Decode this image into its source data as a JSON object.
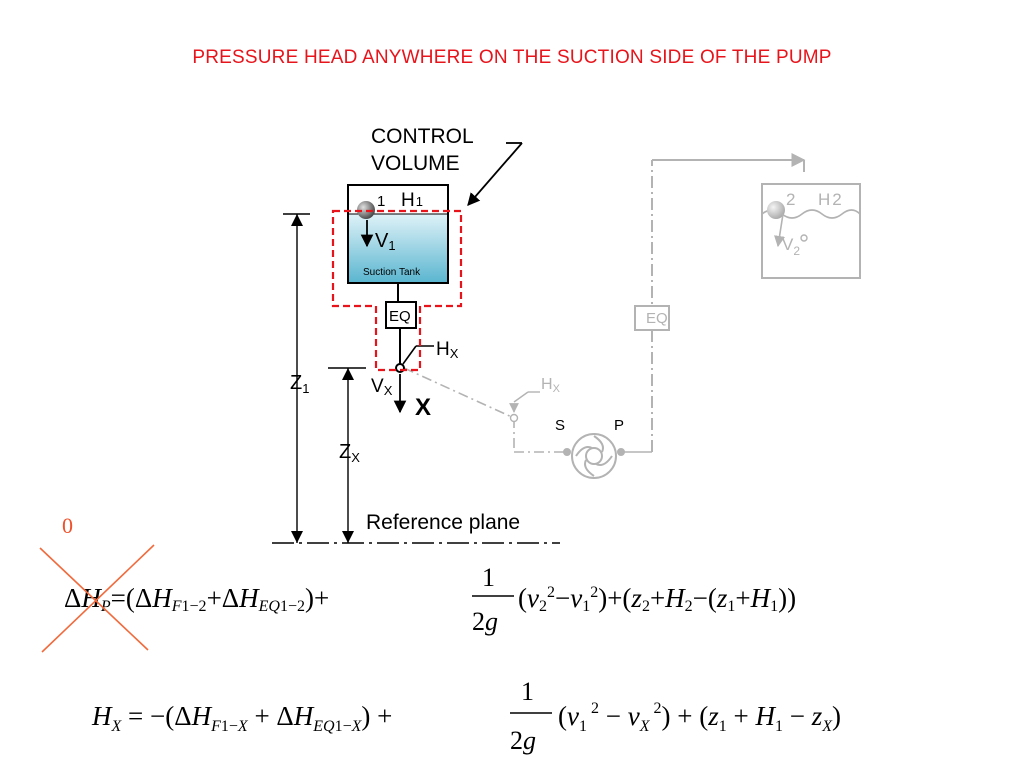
{
  "title": "PRESSURE HEAD ANYWHERE ON THE SUCTION SIDE OF THE PUMP",
  "diagram": {
    "control_volume_label_line1": "CONTROL",
    "control_volume_label_line2": "VOLUME",
    "point1_label": "1",
    "h1_label": "H",
    "h1_sub": "1",
    "v1_label": "V",
    "v1_sub": "1",
    "suction_tank_label": "Suction Tank",
    "eq_label": "EQ",
    "hx_label": "H",
    "hx_sub": "X",
    "vx_label": "V",
    "vx_sub": "X",
    "x_label": "X",
    "z1_label": "Z",
    "z1_sub": "1",
    "zx_label": "Z",
    "zx_sub": "X",
    "reference_plane_label": "Reference plane",
    "grey_hx_label": "H",
    "grey_hx_sub": "X",
    "s_label": "S",
    "p_label": "P",
    "grey_eq_label": "EQ",
    "point2_label": "2",
    "h2_label": "H",
    "h2_sub": "2",
    "v2_label": "V",
    "v2_sub": "2"
  },
  "annotation": {
    "zero_mark": "0"
  },
  "colors": {
    "title_red": "#e8141b",
    "control_volume_dash": "#e8141b",
    "cross_out_orange": "#f06a3c",
    "water_top": "#dff2f8",
    "water_bottom": "#5bb6d0",
    "grey": "#b3b3b3"
  }
}
